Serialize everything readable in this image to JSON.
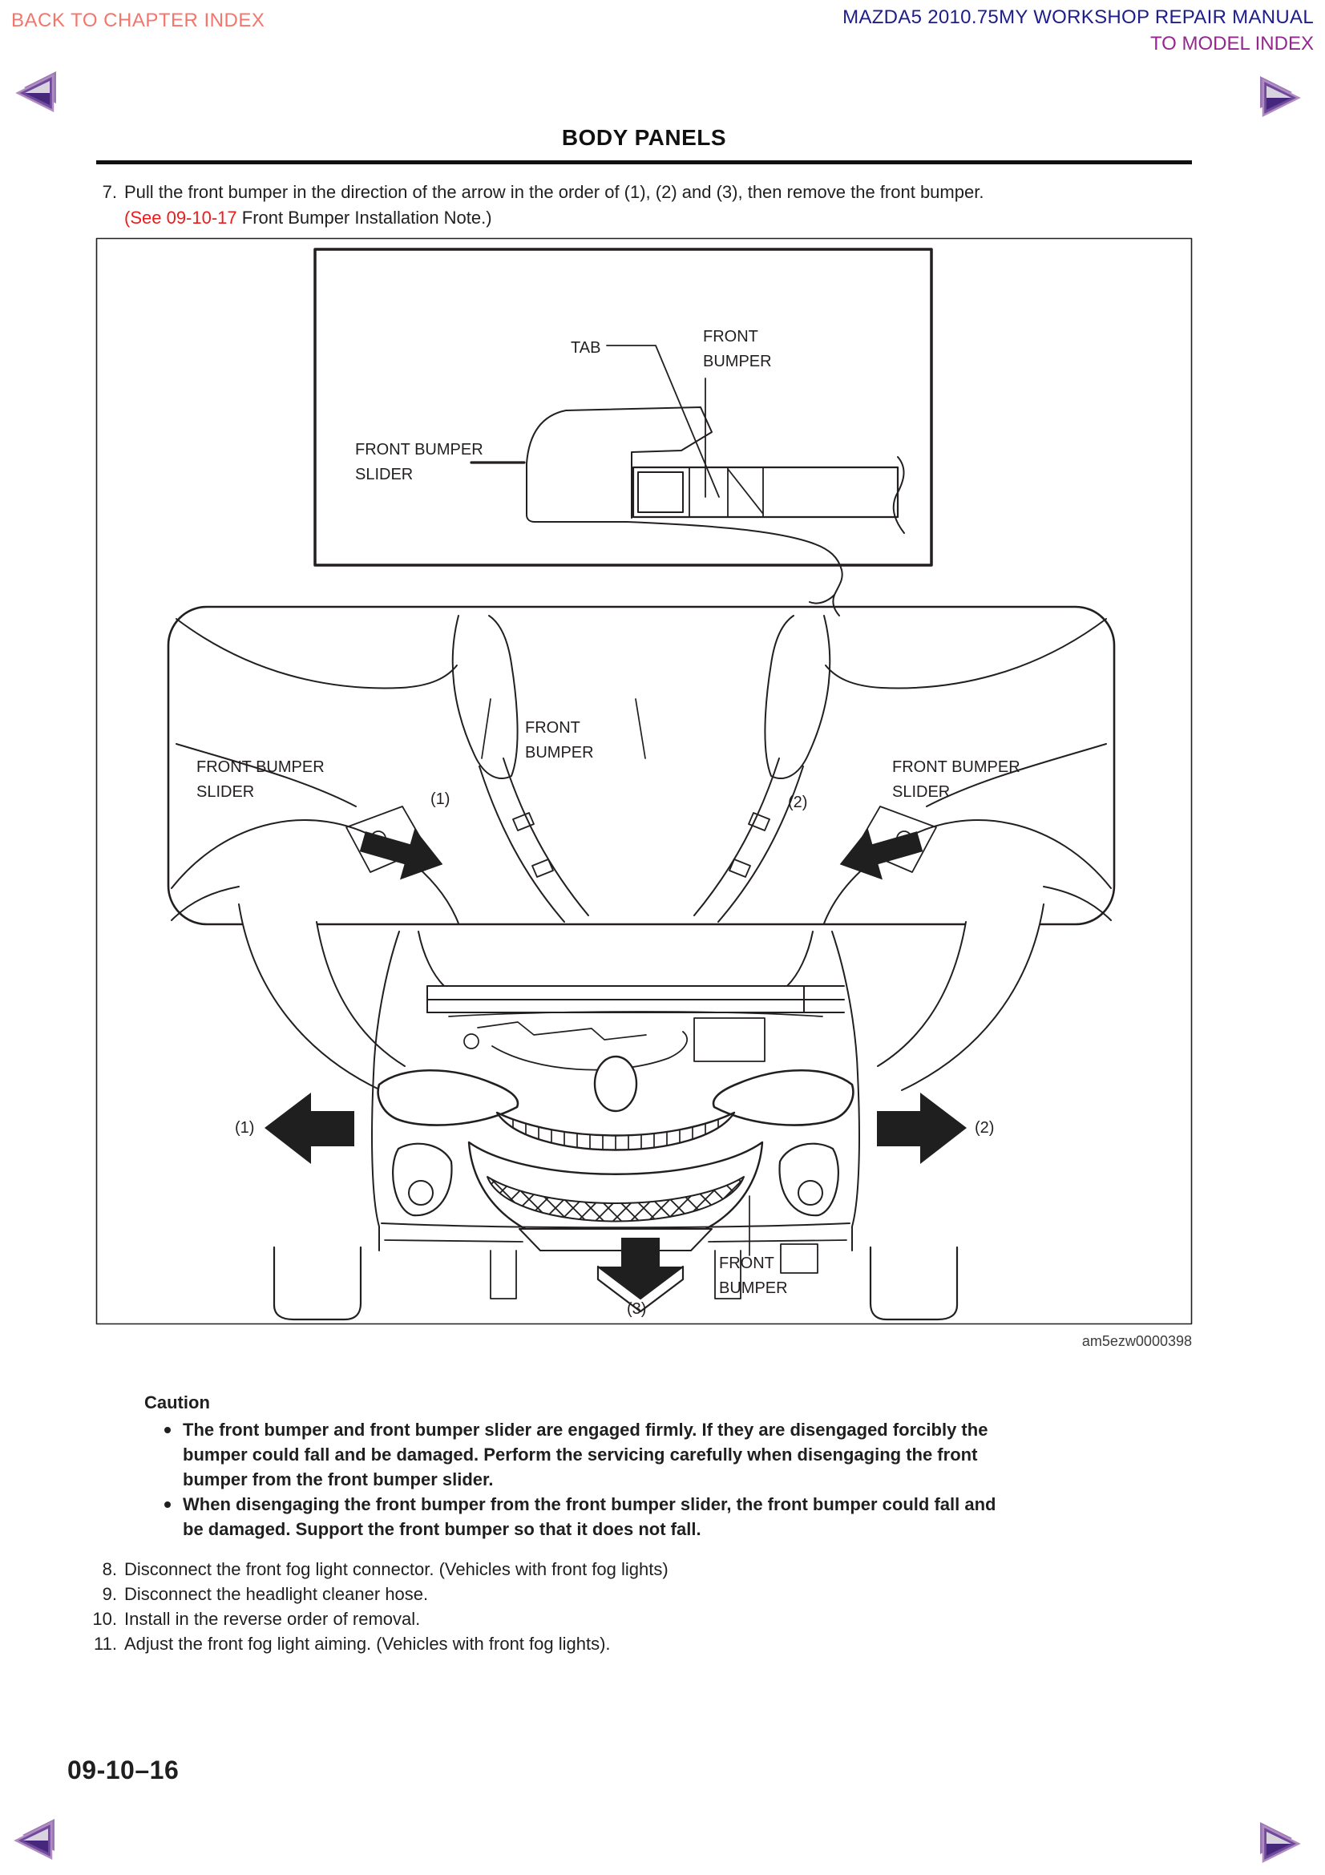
{
  "header": {
    "back_link": "BACK TO CHAPTER INDEX",
    "manual_title": "MAZDA5 2010.75MY WORKSHOP REPAIR MANUAL",
    "model_index_link": "TO MODEL INDEX"
  },
  "page": {
    "section_title": "BODY PANELS",
    "page_number": "09-10–16"
  },
  "step7": {
    "num": "7.",
    "text": "Pull the front bumper in the direction of the arrow in the order of (1), (2) and (3), then remove the front bumper.",
    "link": "(See 09-10-17",
    "link_suffix": " Front Bumper Installation Note.)"
  },
  "figure": {
    "caption": "am5ezw0000398",
    "labels": {
      "tab": "TAB",
      "front_bumper": "FRONT\nBUMPER",
      "front_bumper_slider": "FRONT BUMPER\nSLIDER",
      "marker_1": "(1)",
      "marker_2": "(2)",
      "marker_3": "(3)"
    }
  },
  "caution": {
    "title": "Caution",
    "items": [
      "The front bumper and front bumper slider are engaged firmly. If they are disengaged forcibly the\nbumper could fall and be damaged. Perform the servicing carefully when disengaging the front\nbumper from the front bumper slider.",
      "When disengaging the front bumper from the front bumper slider, the front bumper could fall and\nbe damaged. Support the front bumper so that it does not fall."
    ]
  },
  "steps": [
    {
      "num": "8.",
      "text": "Disconnect the front fog light connector. (Vehicles with front fog lights)"
    },
    {
      "num": "9.",
      "text": "Disconnect the headlight cleaner hose."
    },
    {
      "num": "10.",
      "text": "Install in the reverse order of removal."
    },
    {
      "num": "11.",
      "text": "Adjust the front fog light aiming. (Vehicles with front fog lights)."
    }
  ],
  "colors": {
    "back_link": "#f4756b",
    "manual_title": "#1d1d8c",
    "model_index": "#94278f",
    "link_red": "#ec1c1c",
    "nav_arrow": "#6f4a9c"
  }
}
